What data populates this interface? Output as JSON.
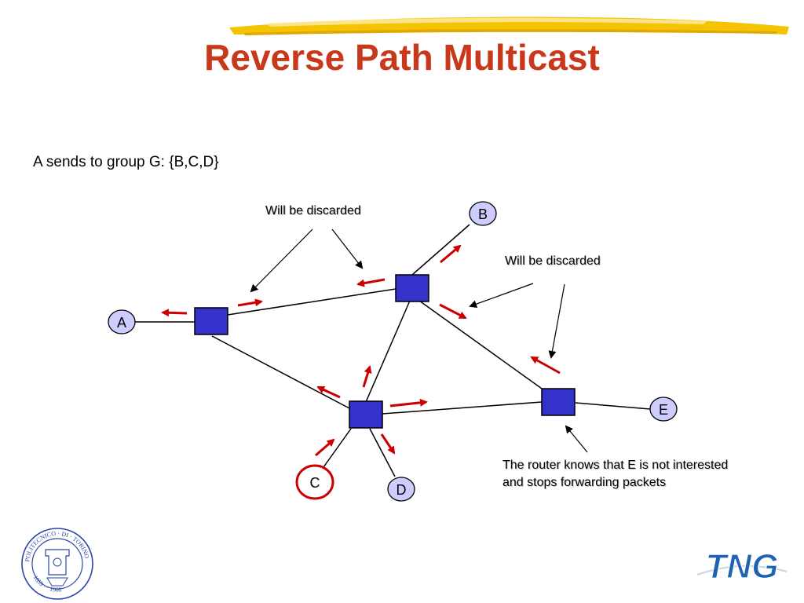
{
  "slide": {
    "title": "Reverse Path Multicast",
    "subtitle": "A sends to group G: {B,C,D}"
  },
  "annotations": {
    "discard_left": "Will be discarded",
    "discard_right": "Will be discarded",
    "router_note_line1": "The router knows that E is not interested",
    "router_note_line2": "and stops forwarding packets"
  },
  "nodes": {
    "A": "A",
    "B": "B",
    "C": "C",
    "D": "D",
    "E": "E"
  },
  "logos": {
    "polito_text": "POLITECNICO · DI · TORINO · 1859 · 1906",
    "tng": "TNG"
  },
  "colors": {
    "title": "#c8381b",
    "router_fill": "#3333cc",
    "host_fill": "#ccccff",
    "source_ring": "#cc0000",
    "arrow": "#cc0000",
    "highlight_bar": "#f5c400",
    "logo_blue": "#1d62b3"
  }
}
